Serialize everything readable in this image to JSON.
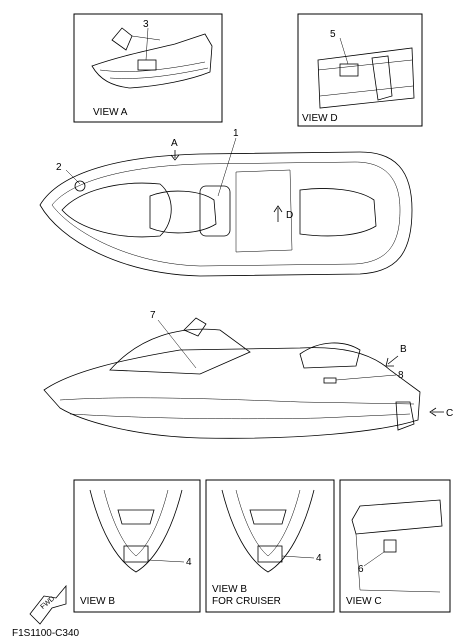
{
  "views": {
    "a": "VIEW A",
    "d": "VIEW D",
    "b": "VIEW B",
    "b_cruiser_line1": "VIEW B",
    "b_cruiser_line2": "FOR CRUISER",
    "c": "VIEW C"
  },
  "callouts": {
    "n1": "1",
    "n2": "2",
    "n3": "3",
    "n4": "4",
    "n4b": "4",
    "n5": "5",
    "n6": "6",
    "n7": "7",
    "n8": "8"
  },
  "arrows": {
    "a": "A",
    "b": "B",
    "c": "C",
    "d": "D"
  },
  "badges": {
    "fwd": "FWD"
  },
  "figure_code": "F1S1100-C340"
}
